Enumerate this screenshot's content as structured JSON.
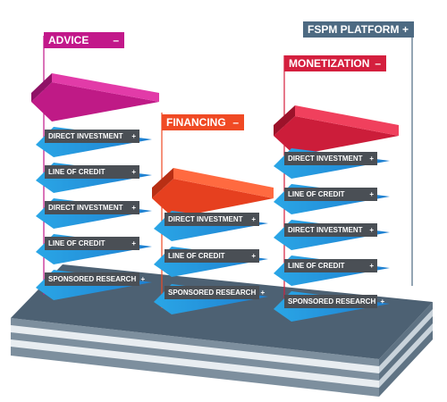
{
  "platform": {
    "label": "FSPM PLATFORM",
    "toggle": "+",
    "color": "#4d6a82"
  },
  "columns": [
    {
      "title": "ADVICE",
      "toggle": "–",
      "color": "#c2188a",
      "items": [
        {
          "label": "DIRECT INVESTMENT",
          "toggle": "+"
        },
        {
          "label": "LINE OF CREDIT",
          "toggle": "+"
        },
        {
          "label": "DIRECT INVESTMENT",
          "toggle": "+"
        },
        {
          "label": "LINE OF CREDIT",
          "toggle": "+"
        },
        {
          "label": "SPONSORED RESEARCH",
          "toggle": "+"
        }
      ]
    },
    {
      "title": "FINANCING",
      "toggle": "–",
      "color": "#f04a24",
      "items": [
        {
          "label": "DIRECT INVESTMENT",
          "toggle": "+"
        },
        {
          "label": "LINE OF CREDIT",
          "toggle": "+"
        },
        {
          "label": "SPONSORED RESEARCH",
          "toggle": "+"
        }
      ]
    },
    {
      "title": "MONETIZATION",
      "toggle": "–",
      "color": "#d41f3e",
      "items": [
        {
          "label": "DIRECT INVESTMENT",
          "toggle": "+"
        },
        {
          "label": "LINE OF CREDIT",
          "toggle": "+"
        },
        {
          "label": "DIRECT INVESTMENT",
          "toggle": "+"
        },
        {
          "label": "LINE OF CREDIT",
          "toggle": "+"
        },
        {
          "label": "SPONSORED RESEARCH",
          "toggle": "+"
        }
      ]
    }
  ]
}
